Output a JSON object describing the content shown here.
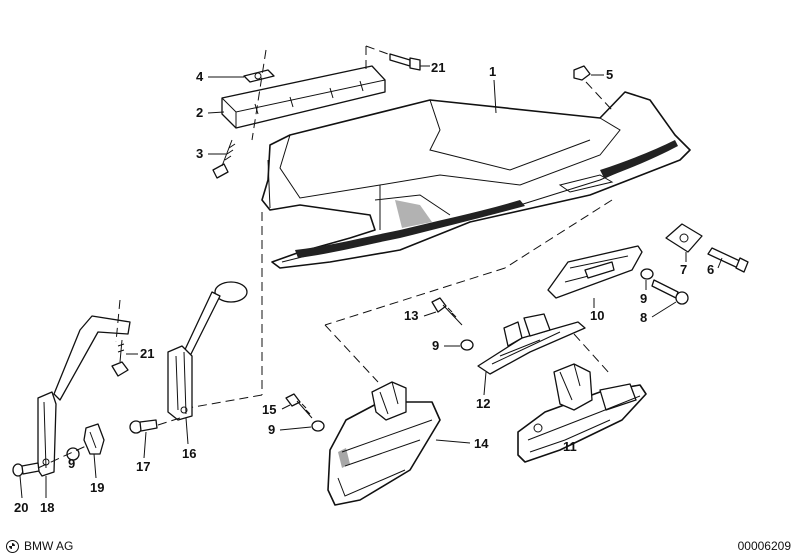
{
  "diagram": {
    "part_numbers": [
      "1",
      "2",
      "3",
      "4",
      "5",
      "6",
      "7",
      "8",
      "9",
      "10",
      "11",
      "12",
      "13",
      "14",
      "15",
      "16",
      "17",
      "18",
      "19",
      "20",
      "21"
    ],
    "callouts": {
      "c1": "1",
      "c2": "2",
      "c3": "3",
      "c4": "4",
      "c5": "5",
      "c6": "6",
      "c7": "7",
      "c8": "8",
      "c9a": "9",
      "c9b": "9",
      "c9c": "9",
      "c9d": "9",
      "c10": "10",
      "c11": "11",
      "c12": "12",
      "c13": "13",
      "c14": "14",
      "c15": "15",
      "c16": "16",
      "c17": "17",
      "c18": "18",
      "c19": "19",
      "c20": "20",
      "c21a": "21",
      "c21b": "21"
    }
  },
  "footer": {
    "brand": "BMW AG",
    "document_number": "00006209"
  }
}
